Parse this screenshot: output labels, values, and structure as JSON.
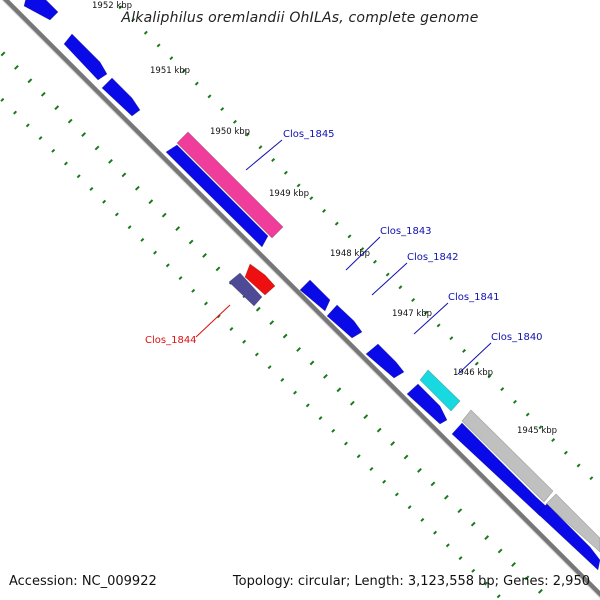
{
  "title": "Alkaliphilus oremlandii OhILAs, complete genome",
  "footer": {
    "accession": "Accession: NC_009922",
    "summary": "Topology: circular; Length: 3,123,558 bp; Genes: 2,950"
  },
  "colors": {
    "backbone": "#777777",
    "tick": "#1a7a1a",
    "cds": "#0a0ae8",
    "highlight_magenta": "#f03c9a",
    "highlight_red": "#ee1010",
    "highlight_slate": "#4e4a96",
    "highlight_cyan": "#18d8e0",
    "pseudo_gray": "#c0c0c0",
    "label_blue": "#1010b0",
    "label_red": "#dd1010"
  },
  "ticks": [
    "1952 kbp",
    "1951 kbp",
    "1950 kbp",
    "1949 kbp",
    "1948 kbp",
    "1947 kbp",
    "1946 kbp",
    "1945 kbp"
  ],
  "feature_labels": [
    {
      "text": "Clos_1845",
      "color": "blue"
    },
    {
      "text": "Clos_1844",
      "color": "red"
    },
    {
      "text": "Clos_1843",
      "color": "blue"
    },
    {
      "text": "Clos_1842",
      "color": "blue"
    },
    {
      "text": "Clos_1841",
      "color": "blue"
    },
    {
      "text": "Clos_1840",
      "color": "blue"
    }
  ]
}
